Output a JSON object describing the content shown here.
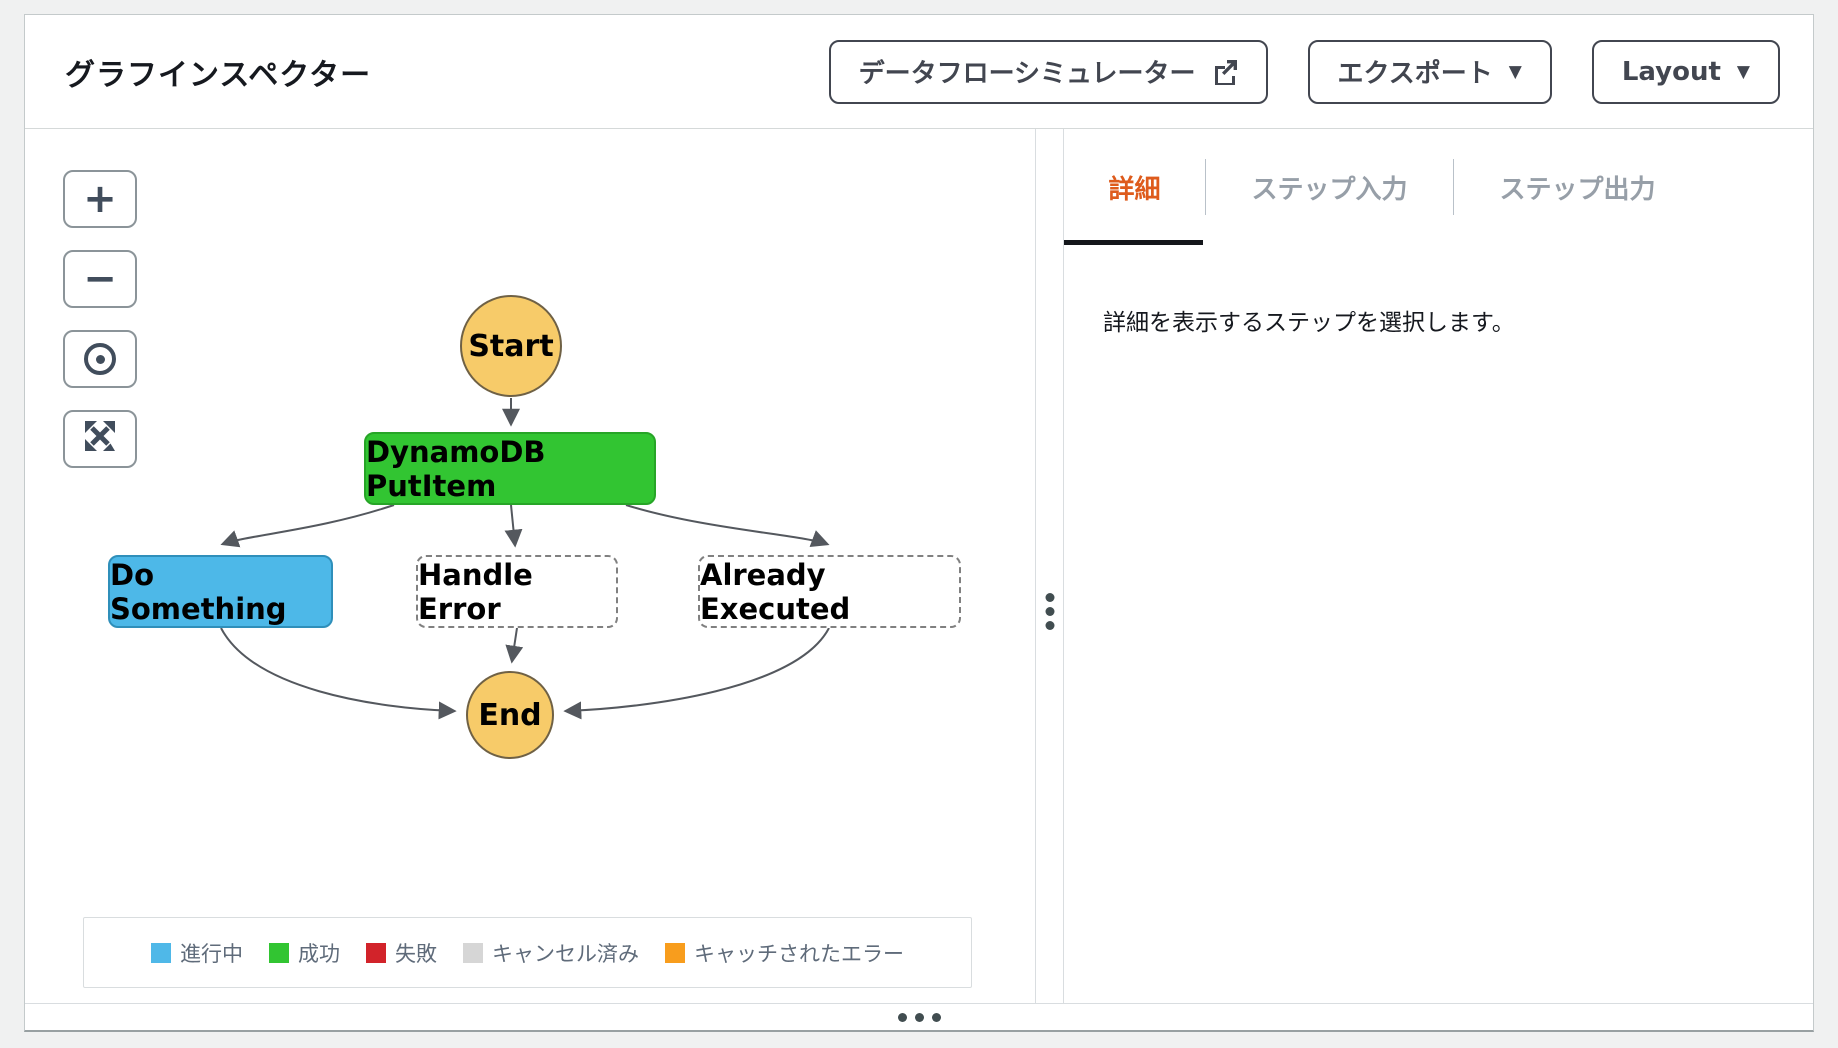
{
  "header": {
    "title": "グラフインスペクター",
    "simulator_button": "データフローシミュレーター",
    "export_button": "エクスポート",
    "layout_button": "Layout"
  },
  "icons": {
    "zoom_in": "+",
    "zoom_out": "−",
    "caret_down": "▼"
  },
  "graph": {
    "nodes": [
      {
        "id": "start",
        "label": "Start",
        "type": "start",
        "fill": "#f7cb69"
      },
      {
        "id": "putitem",
        "label": "DynamoDB PutItem",
        "type": "success",
        "fill": "#32c532"
      },
      {
        "id": "do-something",
        "label": "Do Something",
        "type": "in-progress",
        "fill": "#4db8e8"
      },
      {
        "id": "handle-error",
        "label": "Handle Error",
        "type": "not-executed",
        "fill": "#ffffff"
      },
      {
        "id": "already-executed",
        "label": "Already Executed",
        "type": "not-executed",
        "fill": "#ffffff"
      },
      {
        "id": "end",
        "label": "End",
        "type": "end",
        "fill": "#f7cb69"
      }
    ],
    "edges": [
      {
        "from": "Start",
        "to": "DynamoDB PutItem"
      },
      {
        "from": "DynamoDB PutItem",
        "to": "Do Something"
      },
      {
        "from": "DynamoDB PutItem",
        "to": "Handle Error"
      },
      {
        "from": "DynamoDB PutItem",
        "to": "Already Executed"
      },
      {
        "from": "Do Something",
        "to": "End"
      },
      {
        "from": "Handle Error",
        "to": "End"
      },
      {
        "from": "Already Executed",
        "to": "End"
      }
    ],
    "edge_color": "#54585e"
  },
  "legend": {
    "items": [
      {
        "label": "進行中",
        "color": "#4fb8e8"
      },
      {
        "label": "成功",
        "color": "#32c532"
      },
      {
        "label": "失敗",
        "color": "#d2232a"
      },
      {
        "label": "キャンセル済み",
        "color": "#d6d6d6"
      },
      {
        "label": "キャッチされたエラー",
        "color": "#f89d1d"
      }
    ]
  },
  "detail_panel": {
    "tabs": [
      {
        "label": "詳細",
        "active": true
      },
      {
        "label": "ステップ入力",
        "active": false
      },
      {
        "label": "ステップ出力",
        "active": false
      }
    ],
    "active_tab_color": "#de5b1c",
    "empty_message": "詳細を表示するステップを選択します。"
  }
}
